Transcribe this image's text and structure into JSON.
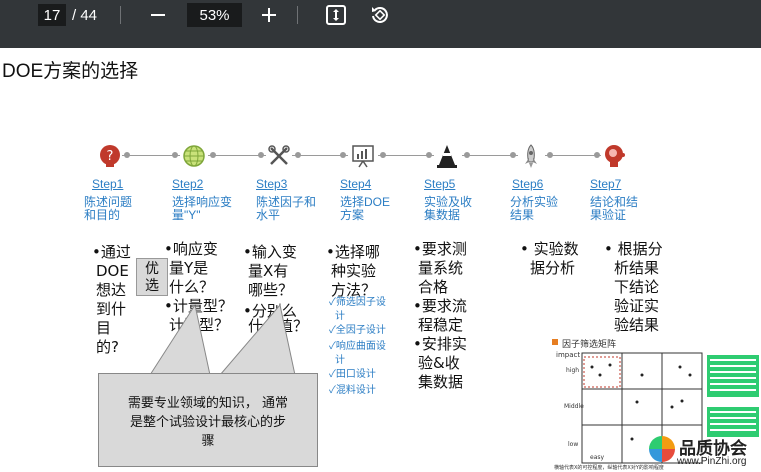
{
  "toolbar": {
    "current_page": "17",
    "page_total": "/ 44",
    "zoom": "53%",
    "icons": [
      "minus-icon",
      "plus-icon",
      "fit-page-icon",
      "rotate-icon"
    ]
  },
  "slide": {
    "title": "DOE方案的选择",
    "steps": [
      {
        "label": "Step1",
        "desc": [
          "陈述问题",
          "和目的"
        ]
      },
      {
        "label": "Step2",
        "desc": [
          "选择响应变",
          "量\"Y\""
        ]
      },
      {
        "label": "Step3",
        "desc": [
          "陈述因子和",
          "水平"
        ]
      },
      {
        "label": "Step4",
        "desc": [
          "选择DOE",
          "方案"
        ]
      },
      {
        "label": "Step5",
        "desc": [
          "实验及收",
          "集数据"
        ]
      },
      {
        "label": "Step6",
        "desc": [
          "分析实验",
          "结果"
        ]
      },
      {
        "label": "Step7",
        "desc": [
          "结论和结",
          "果验证"
        ]
      }
    ],
    "col1": [
      "•通过",
      "DOE",
      "想达",
      "到什",
      "目",
      "的?"
    ],
    "youxuan": [
      "优",
      "选"
    ],
    "col2": [
      "•响应变",
      "量Y是",
      "什么？",
      "•计量型？",
      "计数型？"
    ],
    "col3": [
      "•输入变",
      "量X有",
      "哪些？",
      "•分别么",
      "什么值？"
    ],
    "col4": [
      "•选择哪",
      "种实验",
      "方法？"
    ],
    "col4_small": [
      "✓筛选因子设",
      "计",
      "✓全因子设计",
      "✓响应曲面设",
      "计",
      "✓田口设计",
      "✓混料设计"
    ],
    "col5": [
      "•要求测",
      "量系统",
      "合格",
      "•要求流",
      "程稳定",
      "•安排实",
      "验&收",
      "集数据"
    ],
    "col6": [
      "• 实验数",
      "据分析"
    ],
    "col7": [
      "• 根据分",
      "析结果",
      "下结论",
      "验证实",
      "验结果"
    ],
    "callout": [
      "需要专业领域的知识，  通常",
      "是整个试验设计最核心的步",
      "骤"
    ],
    "matrix": {
      "title": "因子筛选矩阵",
      "y_axis": "impact",
      "rows": [
        "high",
        "Middle",
        "low"
      ],
      "x_low": "easy",
      "footnote": "横轴代表X的可控程度，纵轴代表X对Y的影响程度"
    },
    "watermark": {
      "name": "品质协会",
      "url": "www.PinZhi.org"
    }
  }
}
